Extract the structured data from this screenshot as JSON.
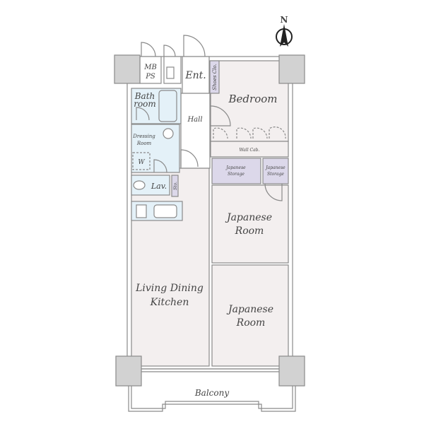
{
  "compass": {
    "label": "N"
  },
  "rooms": {
    "mb_ps": {
      "line1": "MB",
      "line2": "PS"
    },
    "entrance": "Ent.",
    "shoes_closet": "Shoes Clo.",
    "bedroom": "Bedroom",
    "bathroom": {
      "line1": "Bath",
      "line2": "room"
    },
    "hall": "Hall",
    "dressing_room": {
      "line1": "Dressing",
      "line2": "Room"
    },
    "washer": "W",
    "wall_cabinet": "Wall Cab.",
    "japanese_storage_1": {
      "line1": "Japanese",
      "line2": "Storage"
    },
    "japanese_storage_2": {
      "line1": "Japanese",
      "line2": "Storage"
    },
    "lavatory": "Lav.",
    "storage": "Sto.",
    "japanese_room_1": {
      "line1": "Japanese",
      "line2": "Room"
    },
    "living_dining_kitchen": {
      "line1": "Living Dining",
      "line2": "Kitchen"
    },
    "japanese_room_2": {
      "line1": "Japanese",
      "line2": "Room"
    },
    "balcony": "Balcony"
  },
  "colors": {
    "room": "#f3efef",
    "wet_area": "#e4f1f8",
    "storage": "#dcd8ea",
    "pillar": "#d2d2d2",
    "wall": "#8a8a8a"
  }
}
